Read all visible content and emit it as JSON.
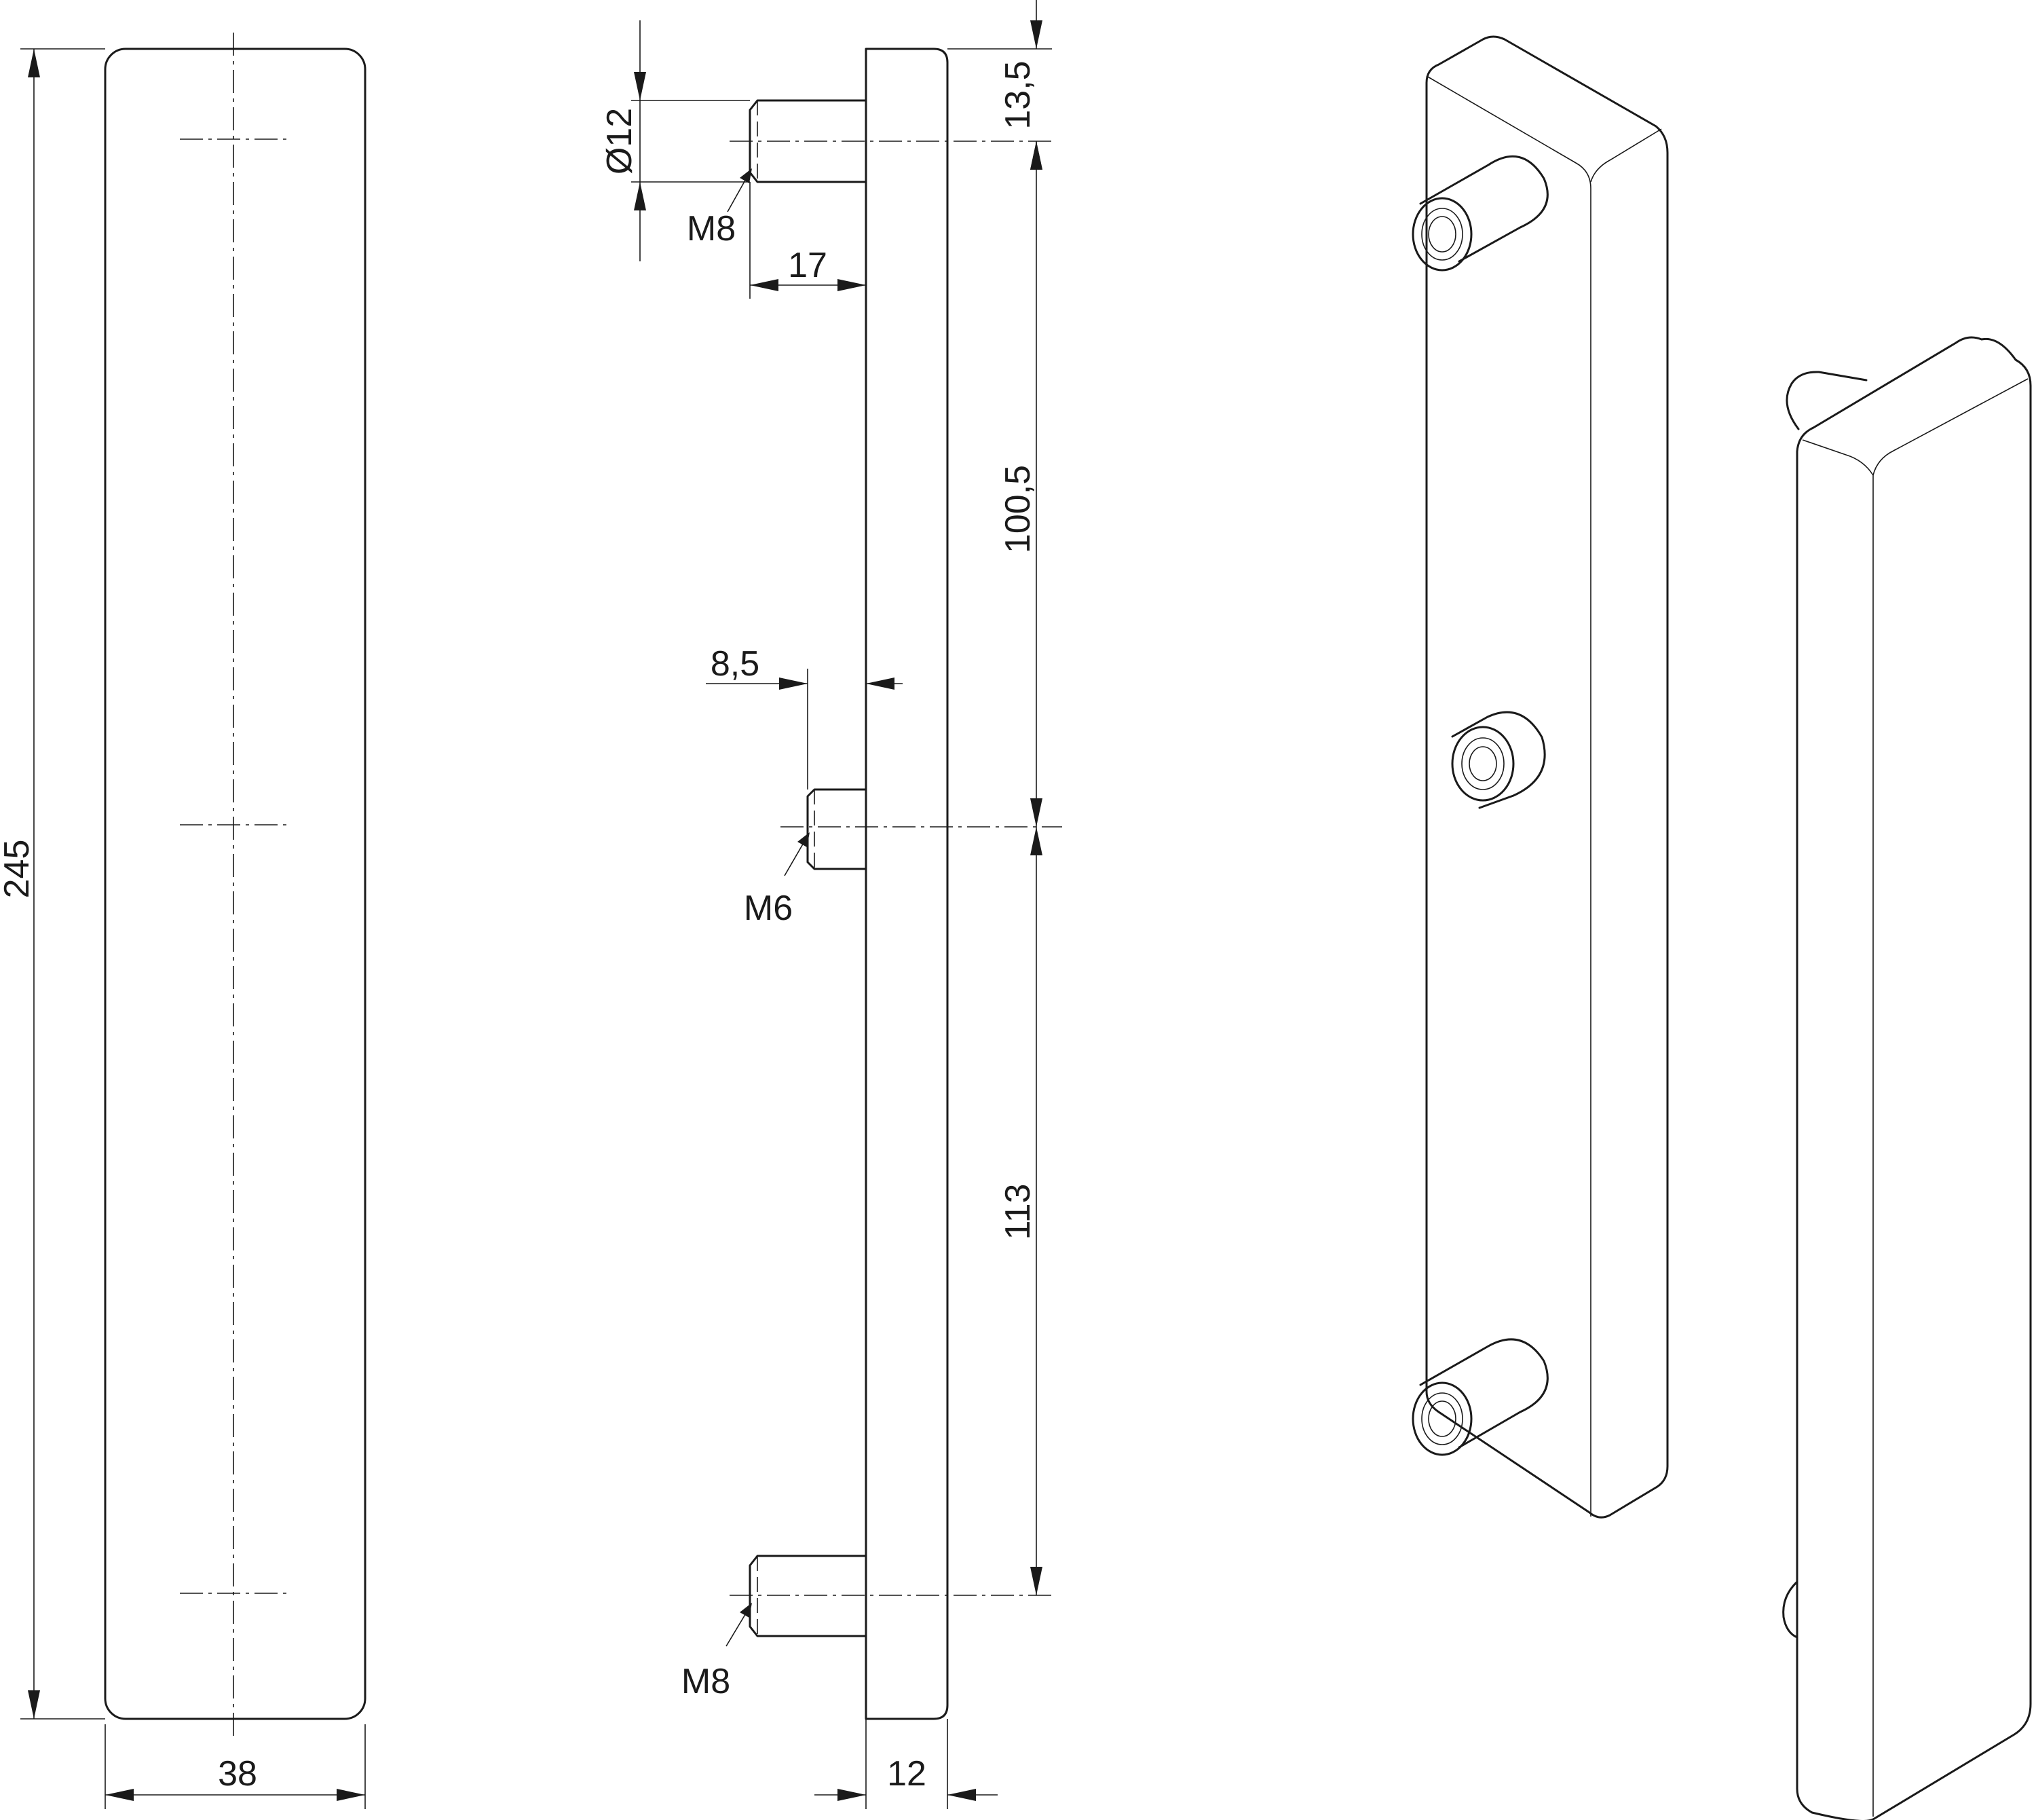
{
  "front_view": {
    "height_label": "245",
    "width_label": "38"
  },
  "side_view": {
    "top_offset_label": "13,5",
    "pin_diameter_label": "Ø12",
    "pin_length_label": "17",
    "mid_pin_length_label": "8,5",
    "upper_spacing_label": "100,5",
    "lower_spacing_label": "113",
    "thickness_label": "12",
    "thread_top_label": "M8",
    "thread_mid_label": "M6",
    "thread_bottom_label": "M8"
  }
}
